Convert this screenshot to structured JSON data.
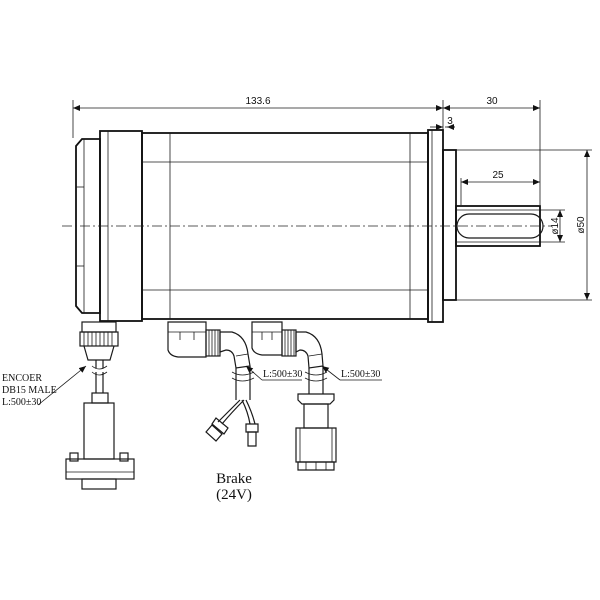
{
  "dimensions": {
    "length": "133.6",
    "shaft_length": "30",
    "flange_gap": "3",
    "key_length": "25",
    "shaft_diameter": "ø14",
    "pilot_diameter": "ø50"
  },
  "labels": {
    "encoder_line1": "ENCOER",
    "encoder_line2": "DB15 MALE",
    "encoder_line3": "L:500±30",
    "cable_brake": "L:500±30",
    "cable_power": "L:500±30",
    "brake_line1": "Brake",
    "brake_line2": "(24V)"
  }
}
